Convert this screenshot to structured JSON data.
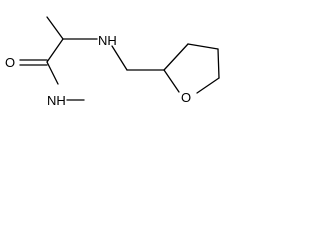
{
  "molecule": {
    "atoms": {
      "O_carbonyl": "O",
      "NH_amide": "NH",
      "NH_amine": "NH",
      "O_ring": "O"
    },
    "bond_color": "#000000",
    "label_color": "#000000"
  }
}
